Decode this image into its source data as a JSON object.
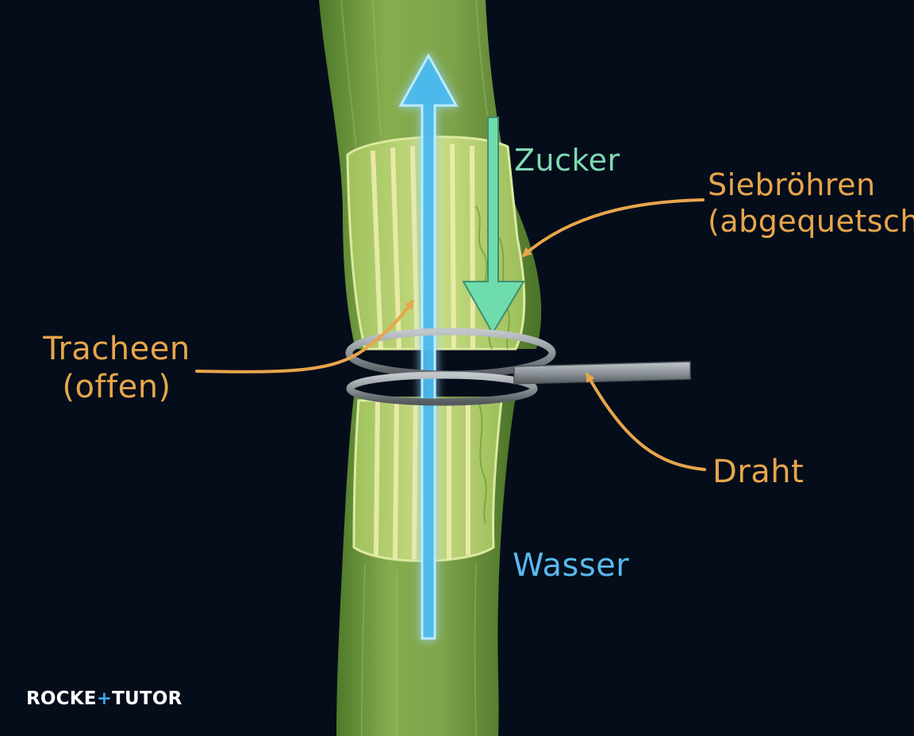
{
  "labels": {
    "zucker": "Zucker",
    "siebroehren_line1": "Siebröhren",
    "siebroehren_line2": "(abgequetscht)",
    "tracheen_line1": "Tracheen",
    "tracheen_line2": "(offen)",
    "draht": "Draht",
    "wasser": "Wasser"
  },
  "logo": {
    "part1": "ROCKE",
    "plus": "+",
    "part2": "TUTOR"
  },
  "colors": {
    "background": "#050d1a",
    "stem": "#7ea24a",
    "water_arrow": "#46b8ef",
    "sugar_arrow": "#6fdcae",
    "label_orange": "#e7a64b",
    "wire": "#8e959a"
  }
}
